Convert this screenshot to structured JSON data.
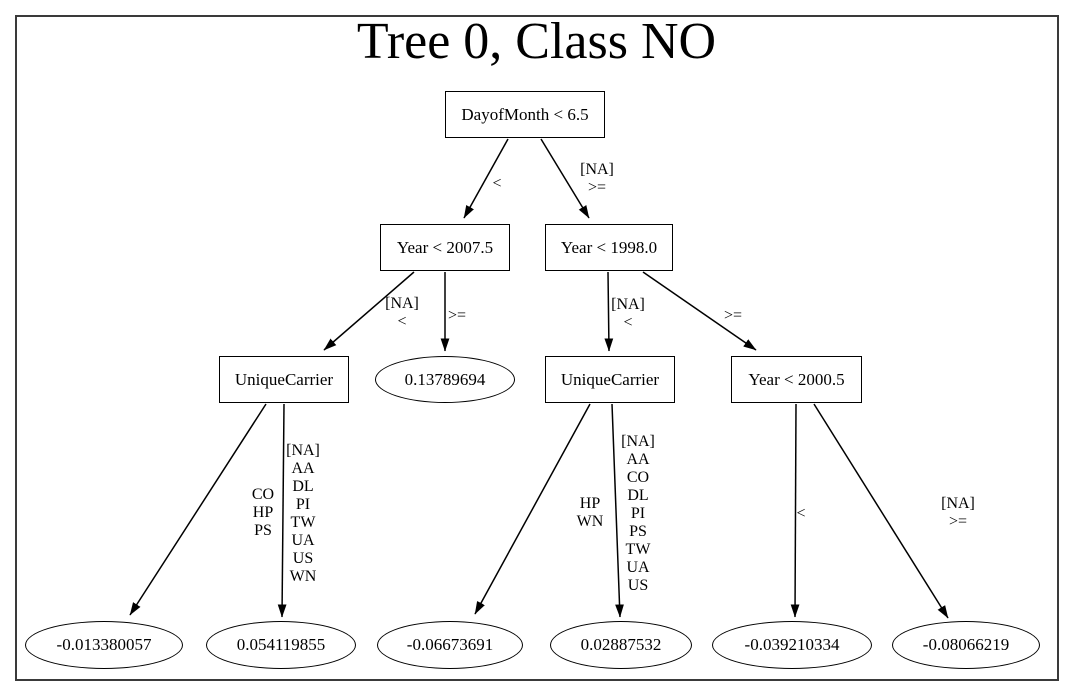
{
  "title": "Tree 0, Class NO",
  "diagram_type": "decision-tree",
  "colors": {
    "background": "#ffffff",
    "node_stroke": "#000000",
    "edge_stroke": "#000000",
    "frame_stroke": "#3a3a3a",
    "text": "#000000"
  },
  "tree": {
    "nodes": [
      {
        "id": "n0",
        "label": "DayofMonth < 6.5",
        "shape": "box",
        "type": "split"
      },
      {
        "id": "n1",
        "label": "Year < 2007.5",
        "shape": "box",
        "type": "split"
      },
      {
        "id": "n2",
        "label": "Year < 1998.0",
        "shape": "box",
        "type": "split"
      },
      {
        "id": "n3",
        "label": "UniqueCarrier",
        "shape": "box",
        "type": "split"
      },
      {
        "id": "n4",
        "label": "0.13789694",
        "shape": "ellipse",
        "type": "leaf"
      },
      {
        "id": "n5",
        "label": "UniqueCarrier",
        "shape": "box",
        "type": "split"
      },
      {
        "id": "n6",
        "label": "Year < 2000.5",
        "shape": "box",
        "type": "split"
      },
      {
        "id": "n7",
        "label": "-0.013380057",
        "shape": "ellipse",
        "type": "leaf"
      },
      {
        "id": "n8",
        "label": "0.054119855",
        "shape": "ellipse",
        "type": "leaf"
      },
      {
        "id": "n9",
        "label": "-0.06673691",
        "shape": "ellipse",
        "type": "leaf"
      },
      {
        "id": "n10",
        "label": "0.02887532",
        "shape": "ellipse",
        "type": "leaf"
      },
      {
        "id": "n11",
        "label": "-0.039210334",
        "shape": "ellipse",
        "type": "leaf"
      },
      {
        "id": "n12",
        "label": "-0.08066219",
        "shape": "ellipse",
        "type": "leaf"
      }
    ],
    "edges": [
      {
        "from": "n0",
        "to": "n1",
        "label": "<"
      },
      {
        "from": "n0",
        "to": "n2",
        "label": "[NA]\n>="
      },
      {
        "from": "n1",
        "to": "n3",
        "label": "[NA]\n<"
      },
      {
        "from": "n1",
        "to": "n4",
        "label": ">="
      },
      {
        "from": "n2",
        "to": "n5",
        "label": "[NA]\n<"
      },
      {
        "from": "n2",
        "to": "n6",
        "label": ">="
      },
      {
        "from": "n3",
        "to": "n7",
        "label": "CO\nHP\nPS"
      },
      {
        "from": "n3",
        "to": "n8",
        "label": "[NA]\nAA\nDL\nPI\nTW\nUA\nUS\nWN"
      },
      {
        "from": "n5",
        "to": "n9",
        "label": "HP\nWN"
      },
      {
        "from": "n5",
        "to": "n10",
        "label": "[NA]\nAA\nCO\nDL\nPI\nPS\nTW\nUA\nUS"
      },
      {
        "from": "n6",
        "to": "n11",
        "label": "<"
      },
      {
        "from": "n6",
        "to": "n12",
        "label": "[NA]\n>="
      }
    ]
  }
}
